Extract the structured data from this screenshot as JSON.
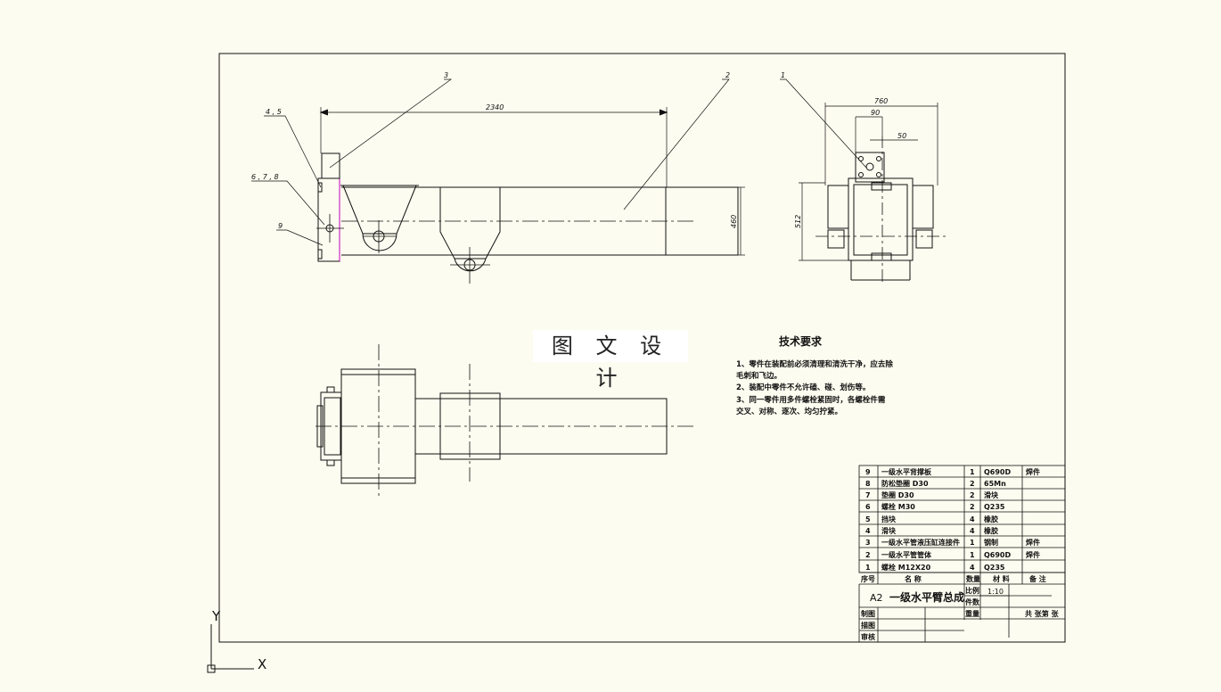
{
  "watermark": "图 文 设 计",
  "balloons": [
    "1",
    "2",
    "3",
    "4 , 5",
    "6 , 7 , 8",
    "9"
  ],
  "dims": {
    "length": "2340",
    "height_side": "460",
    "width_end": "760",
    "d90": "90",
    "d50": "50",
    "height_end": "512"
  },
  "tech": {
    "title": "技术要求",
    "lines": [
      "1、零件在装配前必须清理和清洗干净，应去除",
      "毛刺和飞边。",
      "2、装配中零件不允许磕、碰、划伤等。",
      "3、同一零件用多件螺栓紧固时，各螺栓件需",
      "交叉、对称、逐次、均匀拧紧。"
    ]
  },
  "bom": [
    {
      "no": "9",
      "name": "一级水平背撑板",
      "qty": "1",
      "mat": "Q690D",
      "note": "焊件"
    },
    {
      "no": "8",
      "name": "防松垫圈 D30",
      "qty": "2",
      "mat": "65Mn",
      "note": ""
    },
    {
      "no": "7",
      "name": "垫圈 D30",
      "qty": "2",
      "mat": "滑块",
      "note": ""
    },
    {
      "no": "6",
      "name": "螺栓 M30",
      "qty": "2",
      "mat": "Q235",
      "note": ""
    },
    {
      "no": "5",
      "name": "挡块",
      "qty": "4",
      "mat": "橡胶",
      "note": ""
    },
    {
      "no": "4",
      "name": "滑块",
      "qty": "4",
      "mat": "橡胶",
      "note": ""
    },
    {
      "no": "3",
      "name": "一级水平管液压缸连接件",
      "qty": "1",
      "mat": "钢制",
      "note": "焊件"
    },
    {
      "no": "2",
      "name": "一级水平管管体",
      "qty": "1",
      "mat": "Q690D",
      "note": "焊件"
    },
    {
      "no": "1",
      "name": "螺栓 M12X20",
      "qty": "4",
      "mat": "Q235",
      "note": ""
    }
  ],
  "bom_header": {
    "no": "序号",
    "name": "名 称",
    "qty": "数量",
    "mat": "材 料",
    "note": "备 注"
  },
  "title_block": {
    "sheet_size": "A2",
    "drawing_name": "一级水平臂总成",
    "scale_label": "比例",
    "scale_value": "1:10",
    "count_label": "件数",
    "weight_label": "重量",
    "sheets": "共 张第 张",
    "drawn": "制图",
    "drafted": "描图",
    "checked": "审核"
  },
  "ucs": {
    "x": "X",
    "y": "Y"
  }
}
